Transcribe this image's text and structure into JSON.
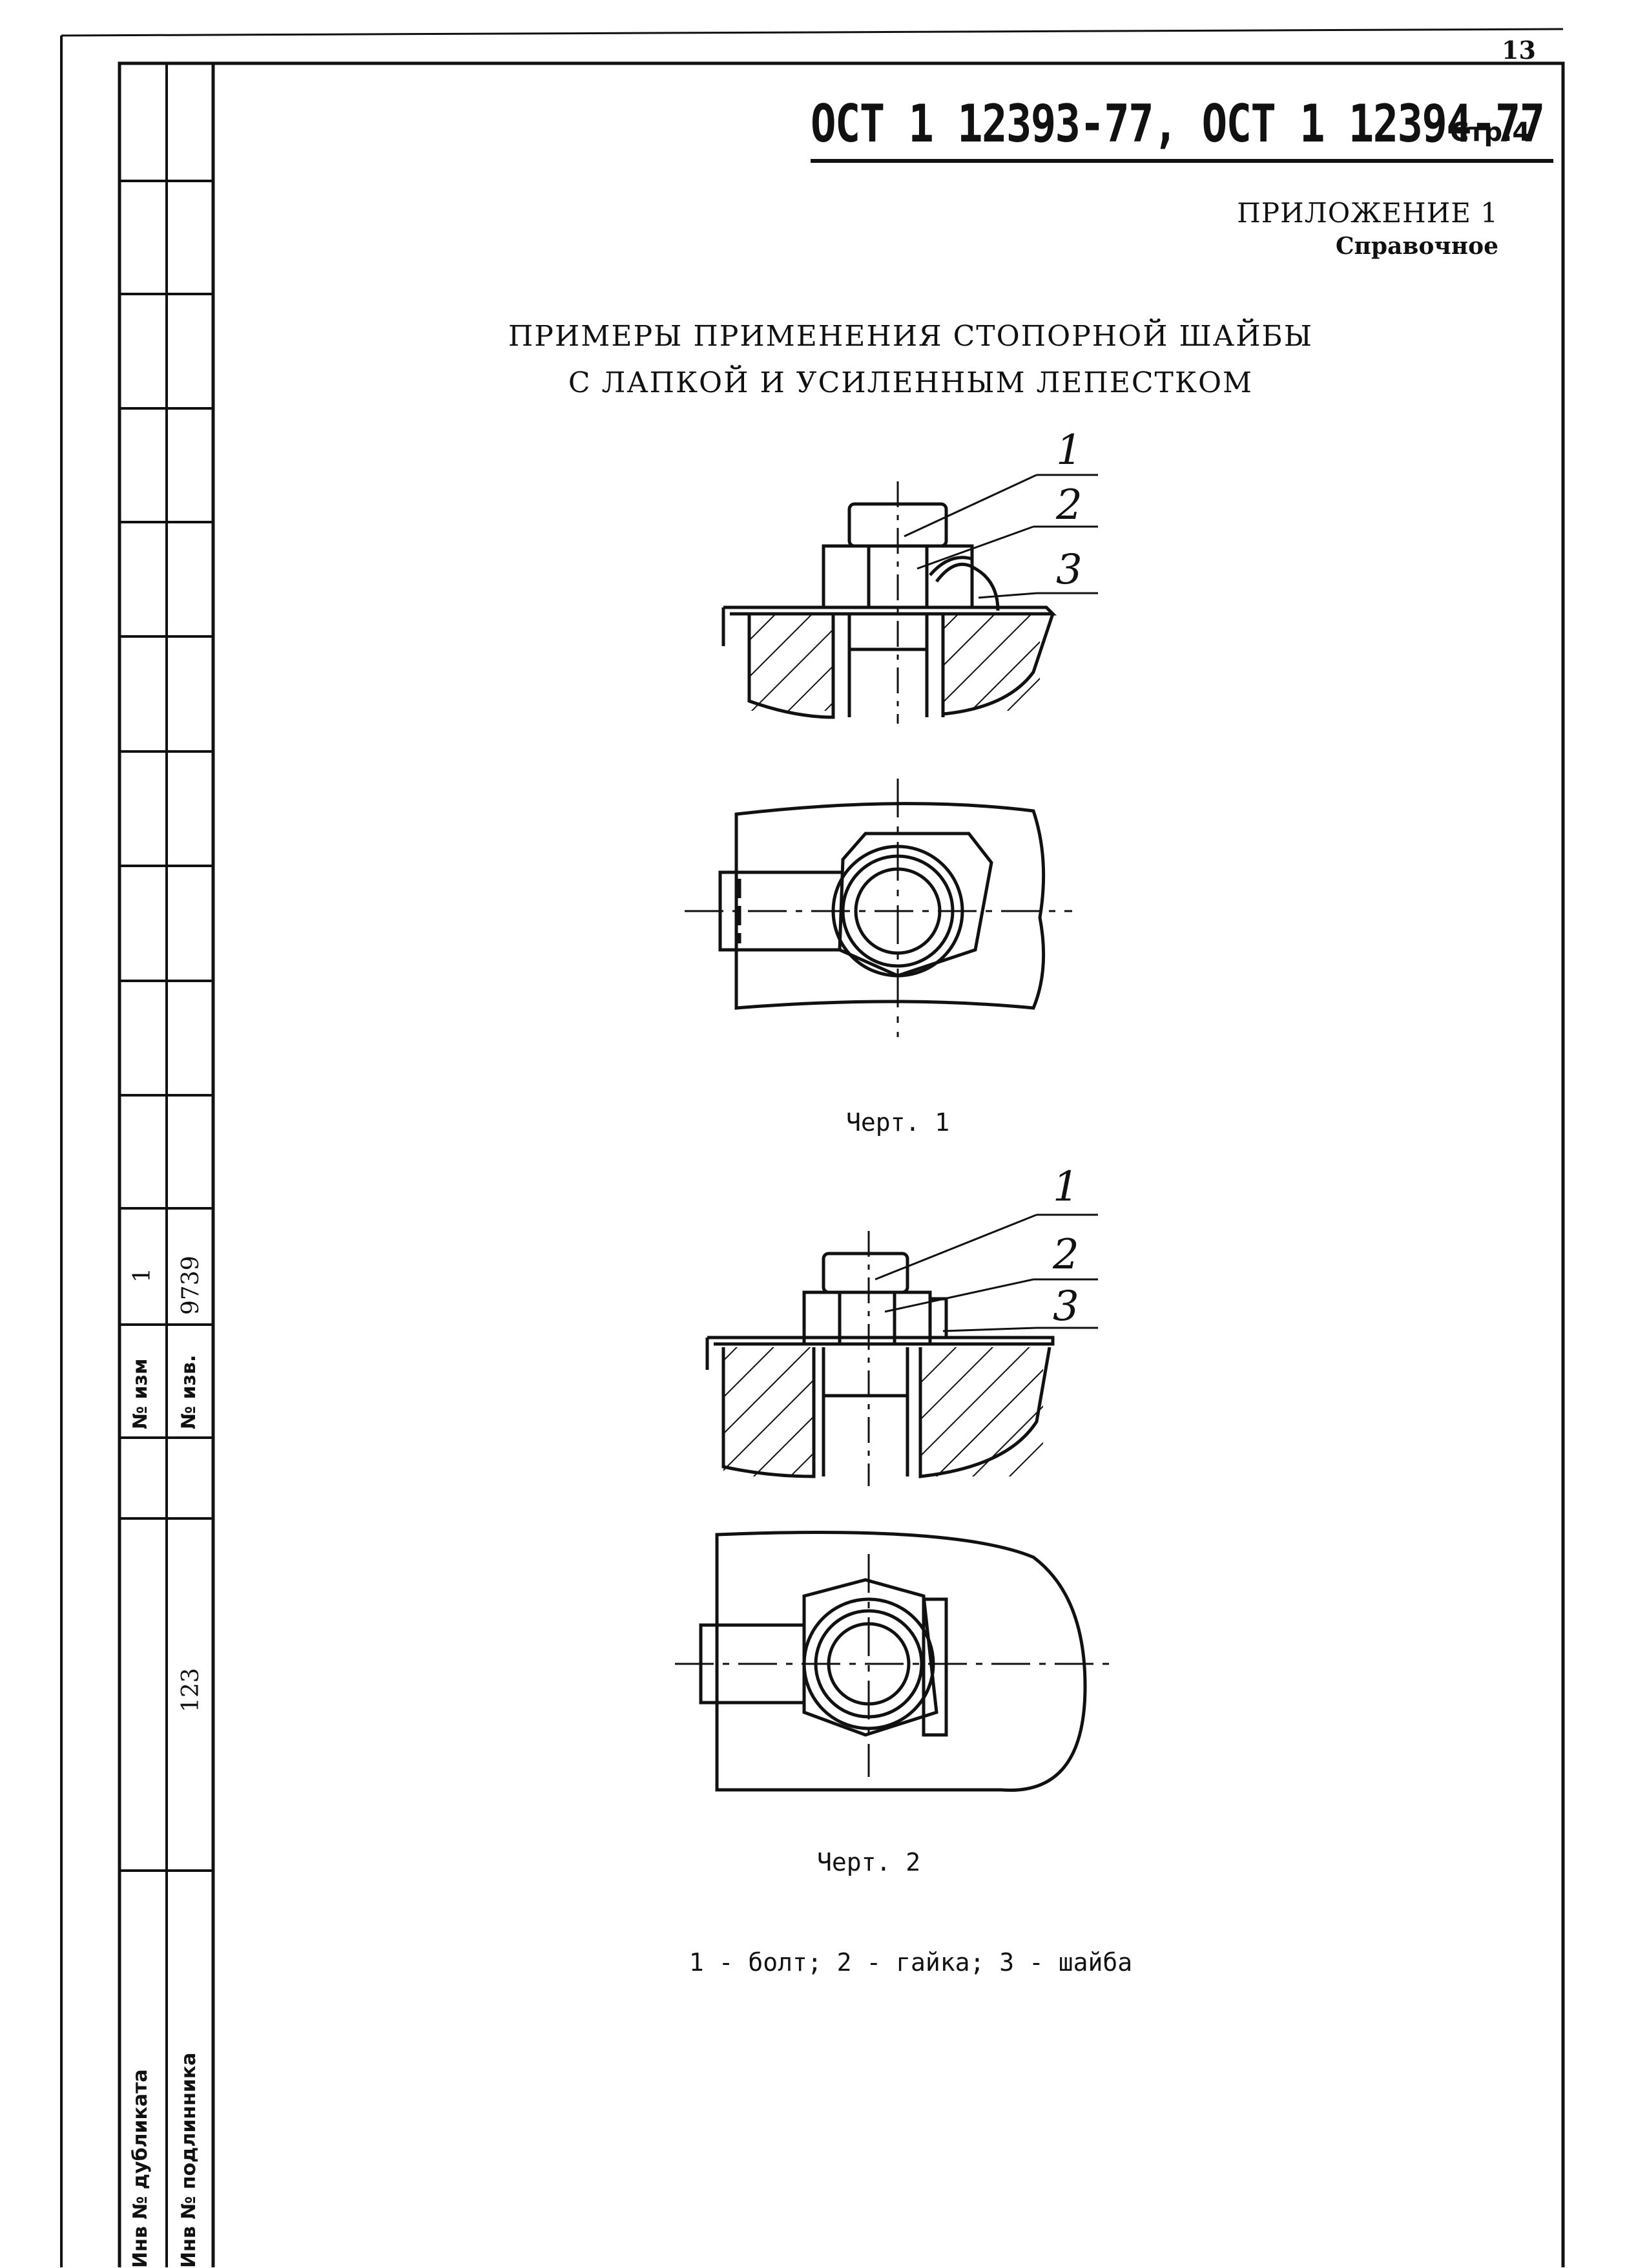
{
  "page_number": "13",
  "header": {
    "code": "ОСТ 1 12393-77, ОСТ 1 12394-77",
    "page_label": "Стр.4"
  },
  "appendix": {
    "label": "ПРИЛОЖЕНИЕ 1",
    "type": "Справочное"
  },
  "title": {
    "line1": "ПРИМЕРЫ ПРИМЕНЕНИЯ СТОПОРНОЙ ШАЙБЫ",
    "line2": "С ЛАПКОЙ И УСИЛЕННЫМ ЛЕПЕСТКОМ"
  },
  "drawings": [
    {
      "caption": "Черт. 1",
      "callouts": [
        "1",
        "2",
        "3"
      ]
    },
    {
      "caption": "Черт. 2",
      "callouts": [
        "1",
        "2",
        "3"
      ]
    }
  ],
  "legend": "1 - болт; 2 - гайка; 3 - шайба",
  "stamp": {
    "change_no_label": "№ изм",
    "change_no_value": "1",
    "notice_no_label": "№ изв.",
    "notice_no_value": "9739",
    "duplicate_inv_label": "Инв № дубликата",
    "original_inv_label": "Инв № подлинника",
    "original_inv_value": "123"
  }
}
